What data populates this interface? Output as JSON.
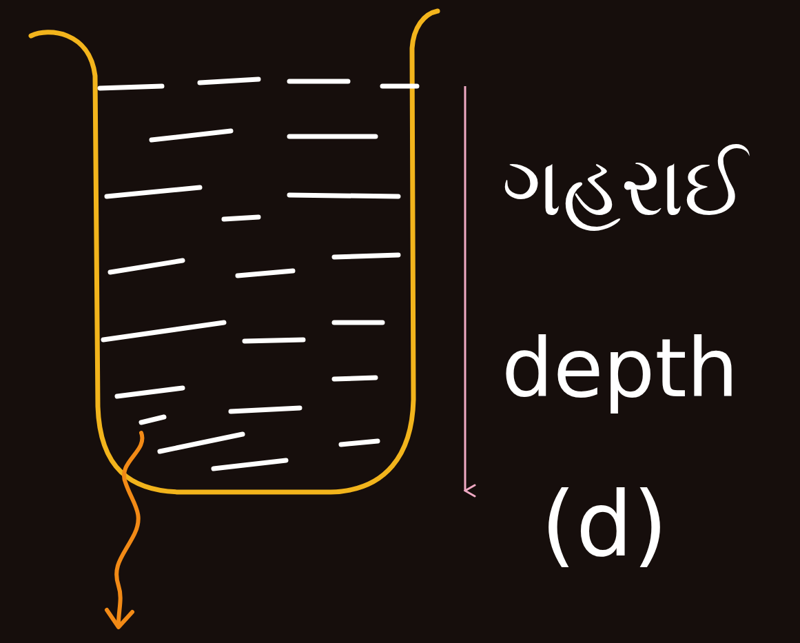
{
  "diagram": {
    "labels": [
      "ગહરાઈ",
      "depth",
      "(d)"
    ]
  }
}
